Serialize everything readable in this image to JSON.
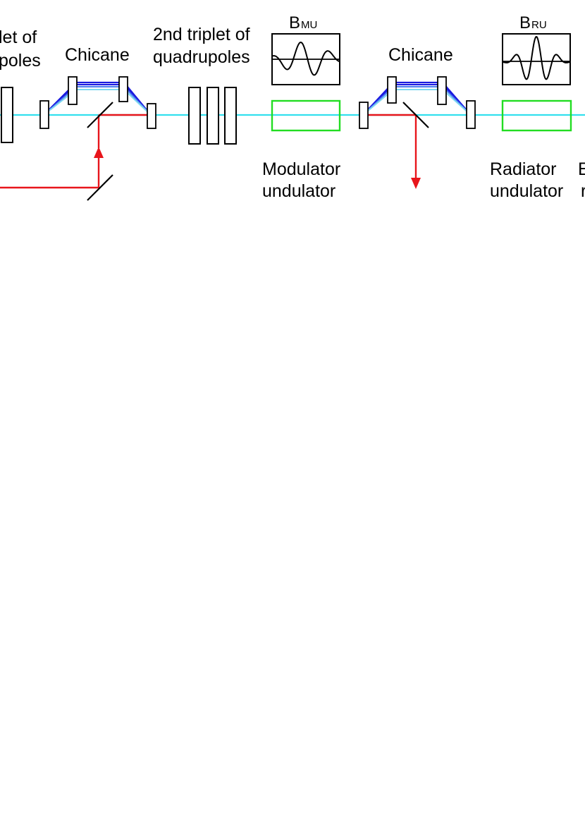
{
  "labels": {
    "first_triplet_line1": "let of",
    "first_triplet_line2": "poles",
    "chicane_1": "Chicane",
    "second_triplet_line1": "2nd triplet of",
    "second_triplet_line2": "quadrupoles",
    "chicane_2": "Chicane",
    "modulator_line1": "Modulator",
    "modulator_line2": "undulator",
    "radiator_line1": "Radiator",
    "radiator_line2": "undulator",
    "cut_label_line1": "E",
    "cut_label_line2": "r"
  },
  "field_plots": {
    "modulator": {
      "symbol": "B",
      "subscript": "MU"
    },
    "radiator": {
      "symbol": "B",
      "subscript": "RU"
    }
  },
  "colors": {
    "electron_beam": "#33e0ee",
    "laser": "#e8151b",
    "undulator": "#22dd22",
    "chicane_trajectory_dark": "#1a1ae0",
    "chicane_trajectory_mid": "#4e7ef0",
    "chicane_trajectory_light": "#7fd8f0",
    "outline": "#000000"
  }
}
